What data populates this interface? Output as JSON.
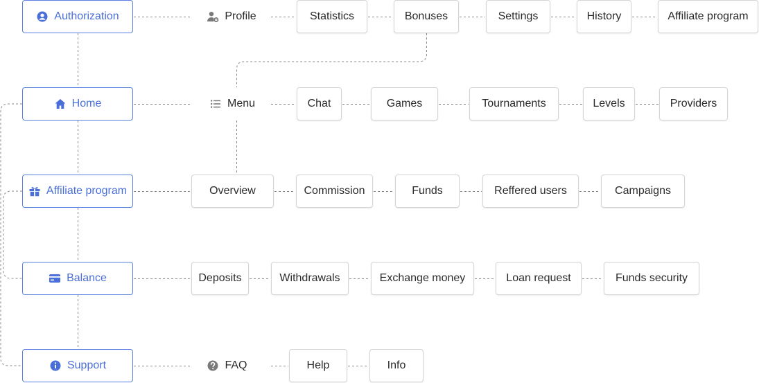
{
  "colors": {
    "primary": "#4a6fd8",
    "primary_border": "#5b7fe0",
    "box_border": "#d4d4d4",
    "text": "#2b2b2b",
    "connector": "#8a8a8a",
    "icon_gray": "#7a7a7a"
  },
  "rows": [
    {
      "items": [
        {
          "id": "authorization",
          "label": "Authorization",
          "kind": "primary",
          "icon": "user-circle-icon"
        },
        {
          "id": "profile",
          "label": "Profile",
          "kind": "plain",
          "icon": "user-gear-icon"
        },
        {
          "id": "statistics",
          "label": "Statistics"
        },
        {
          "id": "bonuses",
          "label": "Bonuses"
        },
        {
          "id": "settings",
          "label": "Settings"
        },
        {
          "id": "history",
          "label": "History"
        },
        {
          "id": "affiliate-program-tab",
          "label": "Affiliate program"
        }
      ]
    },
    {
      "items": [
        {
          "id": "home",
          "label": "Home",
          "kind": "primary",
          "icon": "home-icon"
        },
        {
          "id": "menu",
          "label": "Menu",
          "kind": "plain",
          "icon": "list-icon"
        },
        {
          "id": "chat",
          "label": "Chat"
        },
        {
          "id": "games",
          "label": "Games"
        },
        {
          "id": "tournaments",
          "label": "Tournaments"
        },
        {
          "id": "levels",
          "label": "Levels"
        },
        {
          "id": "providers",
          "label": "Providers"
        }
      ]
    },
    {
      "items": [
        {
          "id": "affiliate-program",
          "label": "Affiliate program",
          "kind": "primary",
          "icon": "gift-icon"
        },
        {
          "id": "overview",
          "label": "Overview"
        },
        {
          "id": "commission",
          "label": "Commission"
        },
        {
          "id": "funds",
          "label": "Funds"
        },
        {
          "id": "reffered-users",
          "label": "Reffered users"
        },
        {
          "id": "campaigns",
          "label": "Campaigns"
        }
      ]
    },
    {
      "items": [
        {
          "id": "balance",
          "label": "Balance",
          "kind": "primary",
          "icon": "wallet-icon"
        },
        {
          "id": "deposits",
          "label": "Deposits"
        },
        {
          "id": "withdrawals",
          "label": "Withdrawals"
        },
        {
          "id": "exchange-money",
          "label": "Exchange money"
        },
        {
          "id": "loan-request",
          "label": "Loan request"
        },
        {
          "id": "funds-security",
          "label": "Funds security"
        }
      ]
    },
    {
      "items": [
        {
          "id": "support",
          "label": "Support",
          "kind": "primary",
          "icon": "info-icon"
        },
        {
          "id": "faq",
          "label": "FAQ",
          "kind": "plain",
          "icon": "question-icon"
        },
        {
          "id": "help",
          "label": "Help"
        },
        {
          "id": "info",
          "label": "Info"
        }
      ]
    }
  ]
}
